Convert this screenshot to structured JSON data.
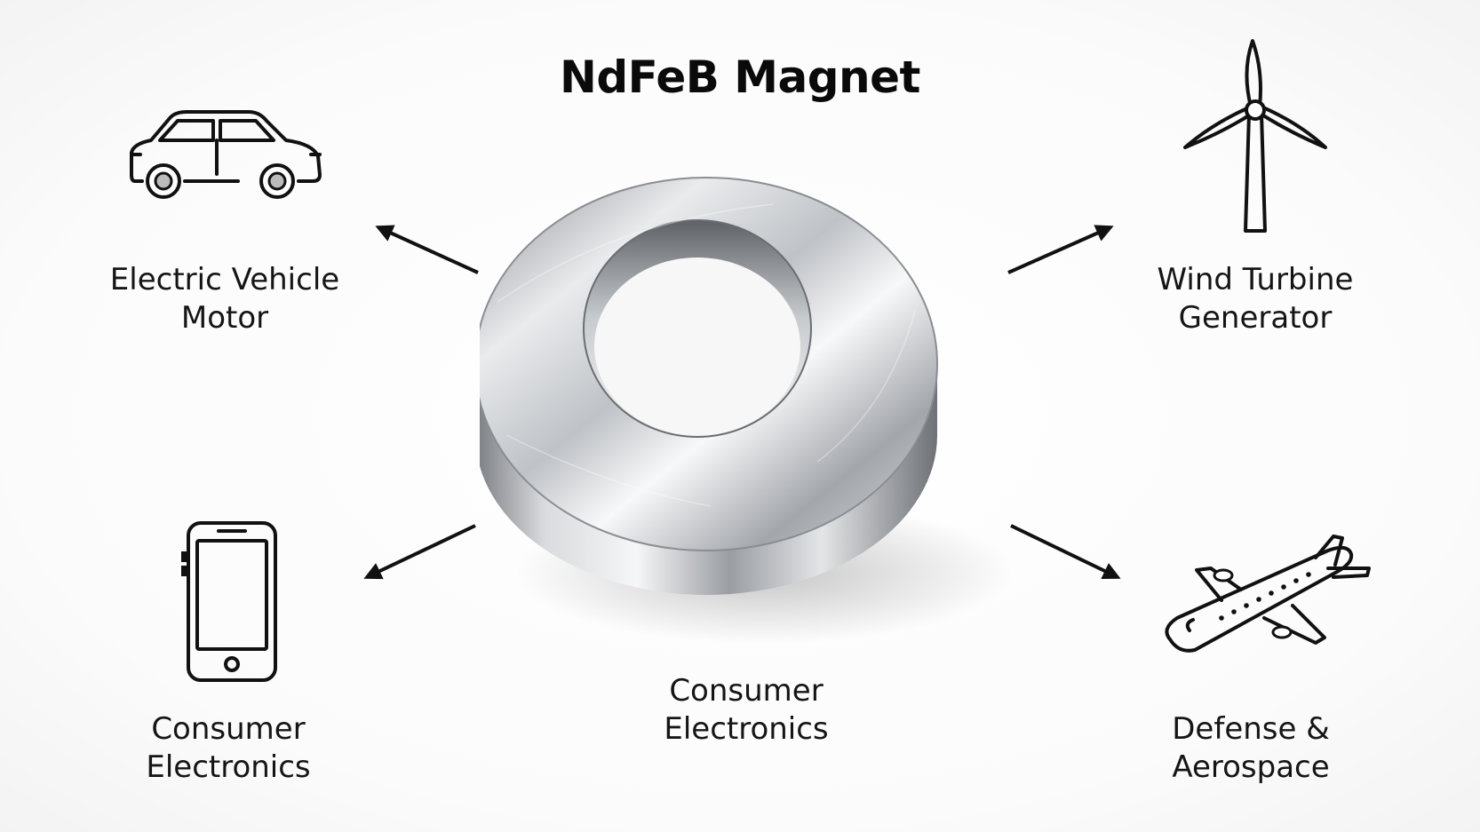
{
  "title": "NdFeB Magnet",
  "applications": {
    "ev": {
      "line1": "Electric Vehicle",
      "line2": "Motor",
      "icon": "car-icon"
    },
    "wind": {
      "line1": "Wind Turbine",
      "line2": "Generator",
      "icon": "wind-turbine-icon"
    },
    "consumer_left": {
      "line1": "Consumer",
      "line2": "Electronics",
      "icon": "smartphone-icon"
    },
    "consumer_center": {
      "line1": "Consumer",
      "line2": "Electronics"
    },
    "defense": {
      "line1": "Defense &",
      "line2": "Aerospace",
      "icon": "airplane-icon"
    }
  },
  "colors": {
    "text": "#111111",
    "arrow": "#111111",
    "metal_light": "#f2f3f5",
    "metal_dark": "#6b6e73"
  }
}
